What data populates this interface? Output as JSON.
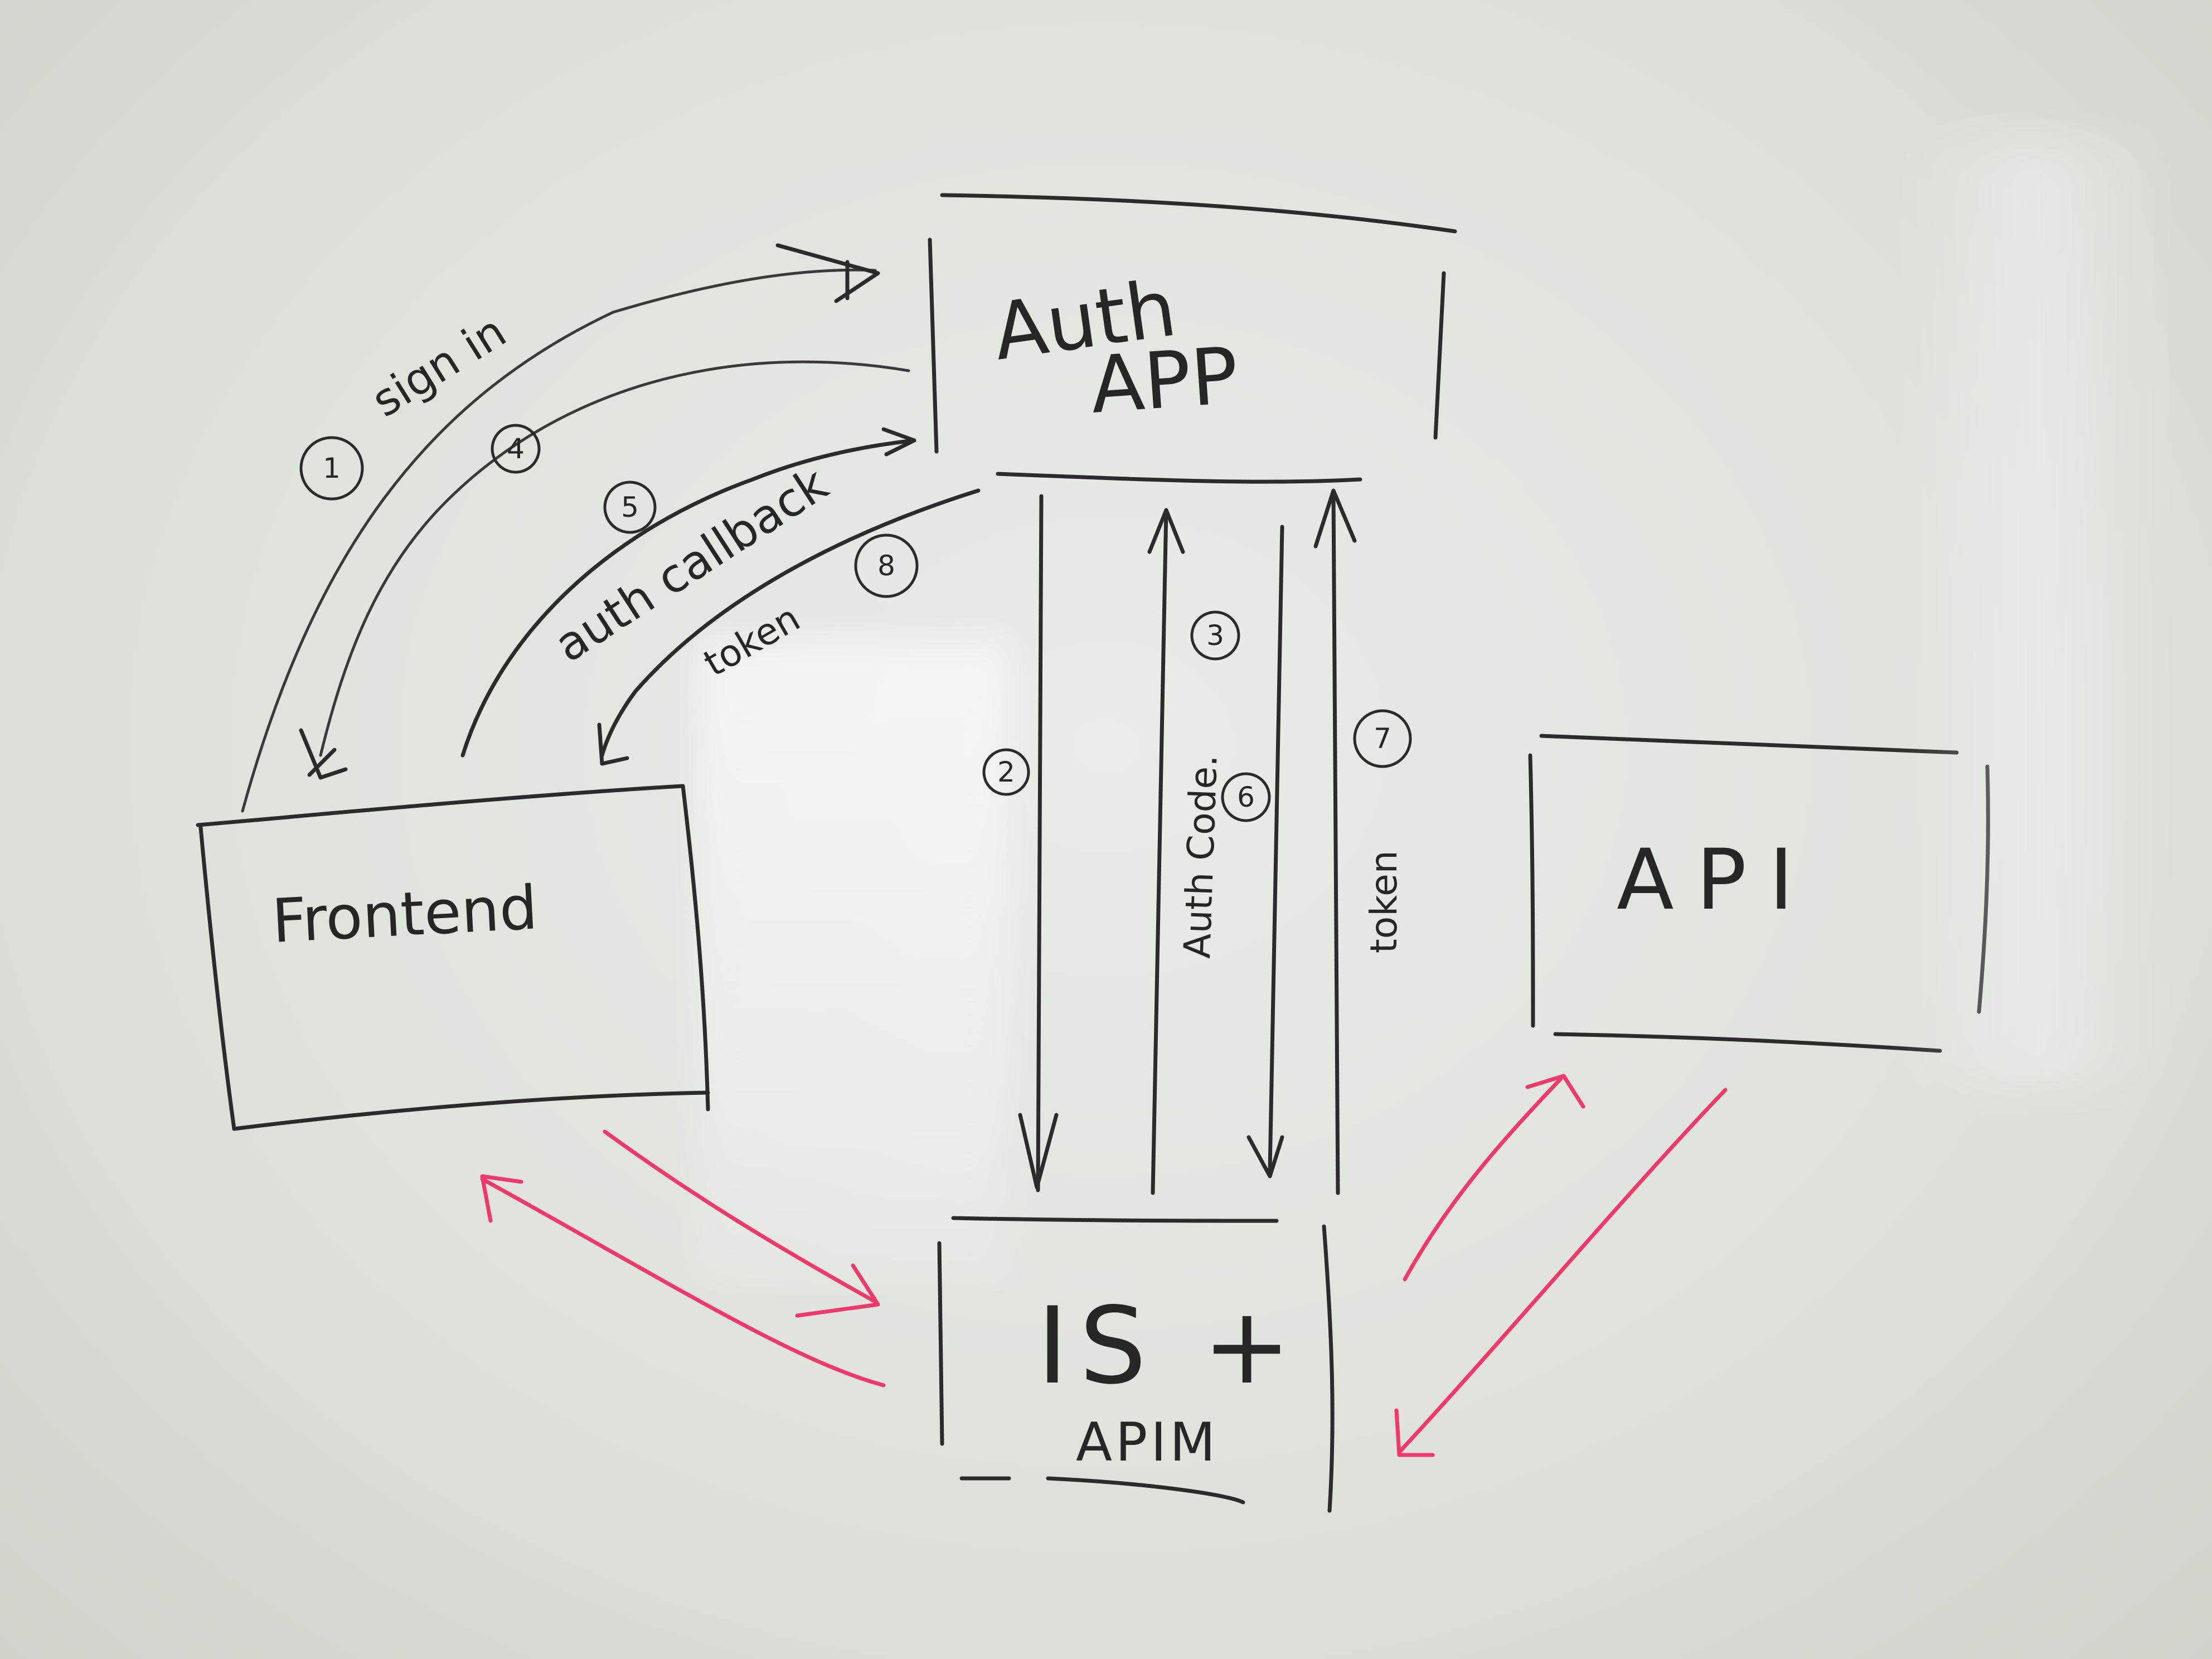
{
  "boxes": {
    "auth_app": {
      "line1": "Auth",
      "line2": "APP"
    },
    "frontend": {
      "label": "Frontend"
    },
    "api": {
      "label": "API"
    },
    "is_apim": {
      "line1": "IS +",
      "line2": "APIM"
    }
  },
  "labels": {
    "sign_in": "sign in",
    "auth_callback": "auth callback",
    "token_curve": "token",
    "auth_code": "Auth Code.",
    "token_vertical": "token"
  },
  "steps": [
    "1",
    "2",
    "3",
    "4",
    "5",
    "6",
    "7",
    "8"
  ],
  "colors": {
    "ink": "#2b2b2b",
    "red_marker": "#f0386a",
    "board": "#e3e6e1"
  }
}
